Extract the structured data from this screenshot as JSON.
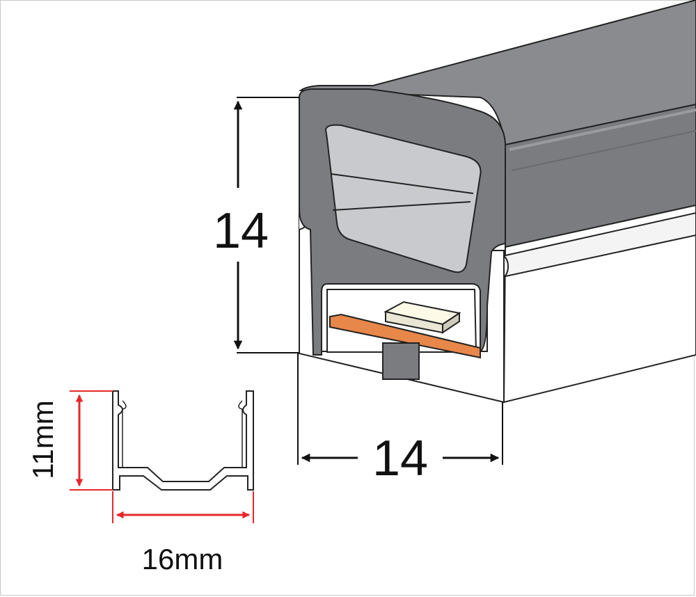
{
  "diagram": {
    "labels": {
      "height_main": "14",
      "width_main": "14",
      "height_channel": "11mm",
      "width_channel": "16mm"
    },
    "colors": {
      "housing_dark": "#7b7c80",
      "housing_top": "#8a8b8f",
      "diffuser_light": "#c9cacd",
      "base_white": "#ffffff",
      "pcb_orange": "#e7874a",
      "led_chip": "#fdfbe8",
      "arrow_black": "#111111",
      "arrow_red": "#e8262a"
    }
  }
}
